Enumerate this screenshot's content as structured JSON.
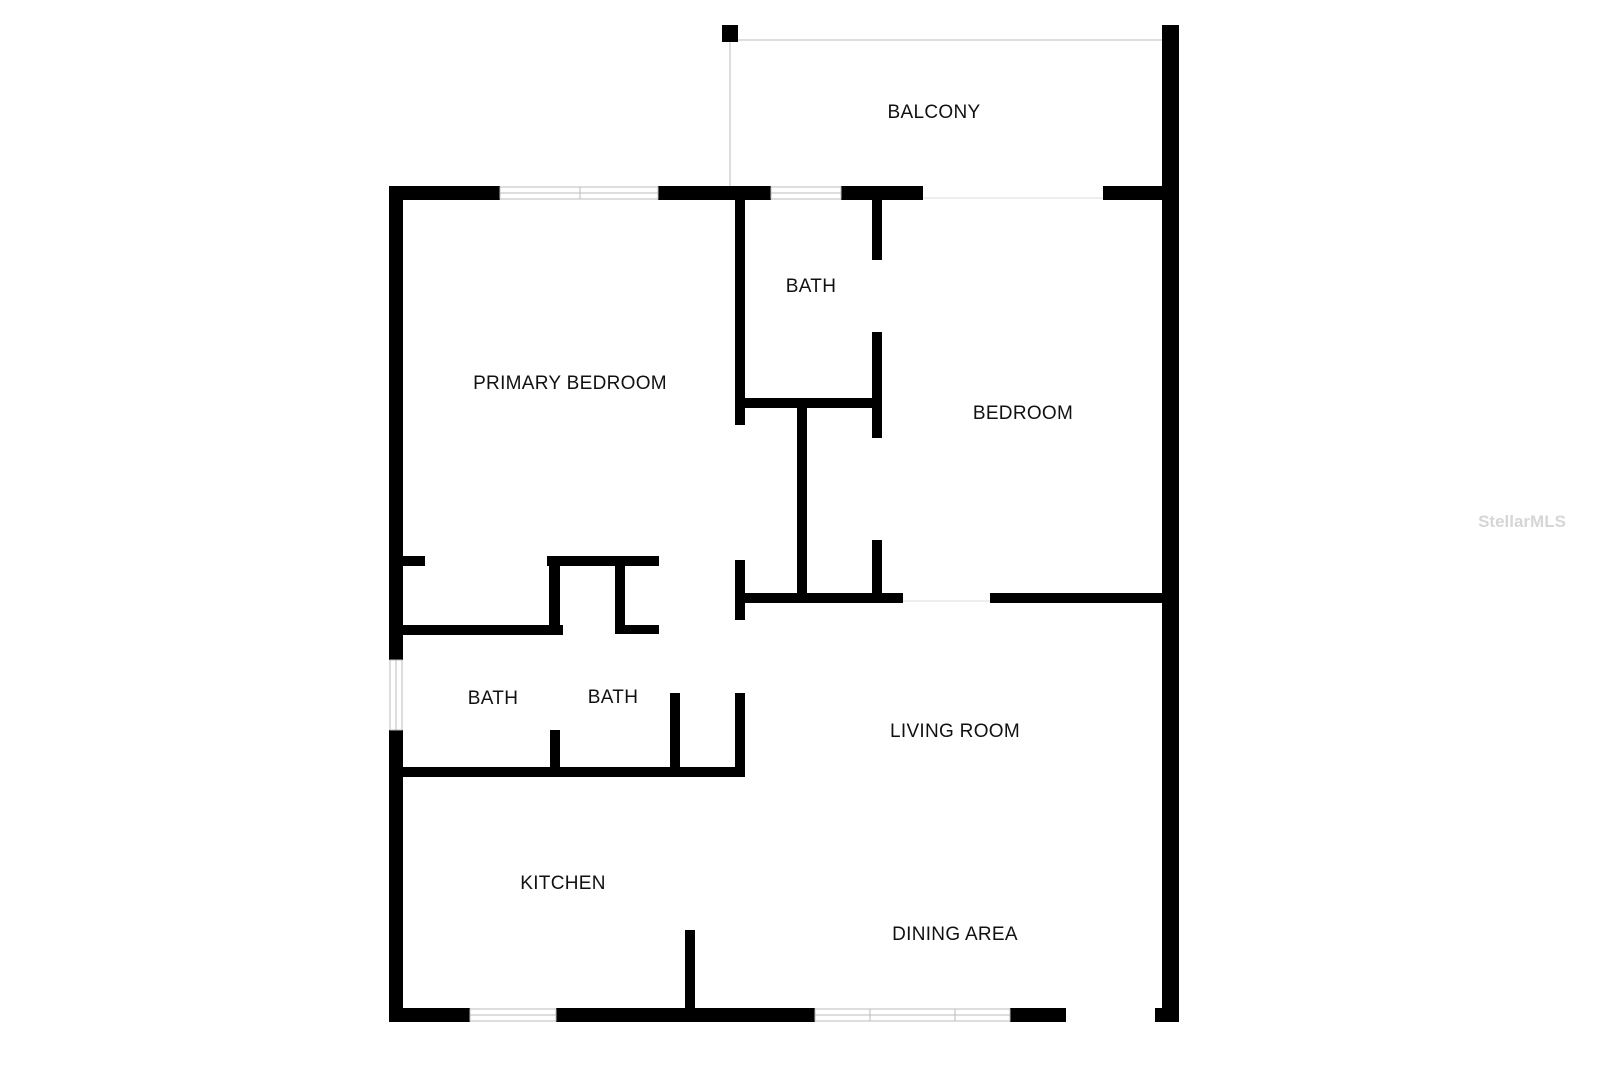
{
  "floorplan": {
    "wall_color": "#000000",
    "background": "#ffffff",
    "rooms": [
      {
        "id": "balcony",
        "label": "BALCONY"
      },
      {
        "id": "bath-upper",
        "label": "BATH"
      },
      {
        "id": "primary-bedroom",
        "label": "PRIMARY BEDROOM"
      },
      {
        "id": "bedroom",
        "label": "BEDROOM"
      },
      {
        "id": "bath-left",
        "label": "BATH"
      },
      {
        "id": "bath-middle",
        "label": "BATH"
      },
      {
        "id": "living-room",
        "label": "LIVING ROOM"
      },
      {
        "id": "kitchen",
        "label": "KITCHEN"
      },
      {
        "id": "dining-area",
        "label": "DINING AREA"
      }
    ],
    "watermark": "StellarMLS"
  }
}
